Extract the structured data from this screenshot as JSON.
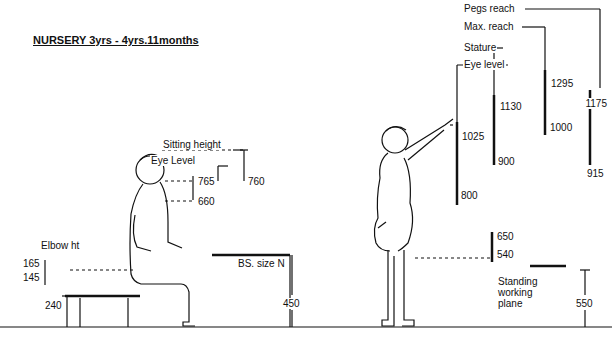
{
  "diagram": {
    "title": "NURSERY 3yrs - 4yrs.11months",
    "labels": [
      "Pegs reach",
      "Max. reach",
      "Stature",
      "Eye level",
      "Sitting height",
      "Eye Level",
      "765",
      "760",
      "660",
      "Elbow ht",
      "165",
      "145",
      "BS. size N",
      "450",
      "240",
      "1130",
      "1295",
      "1175",
      "1025",
      "900",
      "1000",
      "915",
      "800",
      "650",
      "540",
      "Standing working plane",
      "550"
    ]
  }
}
